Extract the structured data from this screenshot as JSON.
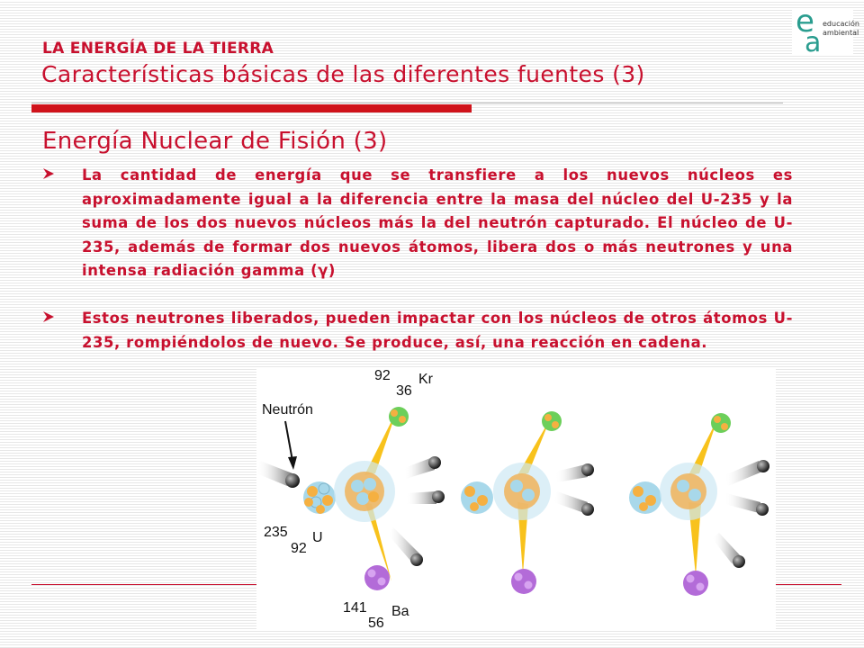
{
  "header": {
    "supertitle": "LA ENERGÍA DE LA TIERRA",
    "title": "Características básicas de las diferentes fuentes (3)"
  },
  "logo": {
    "line1": "educación",
    "line2": "ambiental",
    "letter_e": "e",
    "letter_a": "a"
  },
  "section_title": "Energía Nuclear de Fisión (3)",
  "bullets": [
    "La cantidad de energía que se transfiere a los nuevos núcleos es aproximadamente igual a la diferencia entre la masa del núcleo del U-235 y la suma de los dos nuevos núcleos más la del neutrón capturado. El núcleo de U-235, además de formar dos nuevos átomos, libera dos o más neutrones y una intensa radiación gamma (γ)",
    "Estos neutrones liberados, pueden impactar con los núcleos de otros átomos U-235, rompiéndolos de nuevo. Se produce, así, una reacción en cadena."
  ],
  "diagram": {
    "neutron_label": "Neutrón",
    "kr_mass": "92",
    "kr_number": "36",
    "kr_symbol": "Kr",
    "u_mass": "235",
    "u_number": "92",
    "u_symbol": "U",
    "ba_mass": "141",
    "ba_number": "56",
    "ba_symbol": "Ba"
  },
  "colors": {
    "accent": "#c8102e",
    "rule": "#d0131b"
  }
}
